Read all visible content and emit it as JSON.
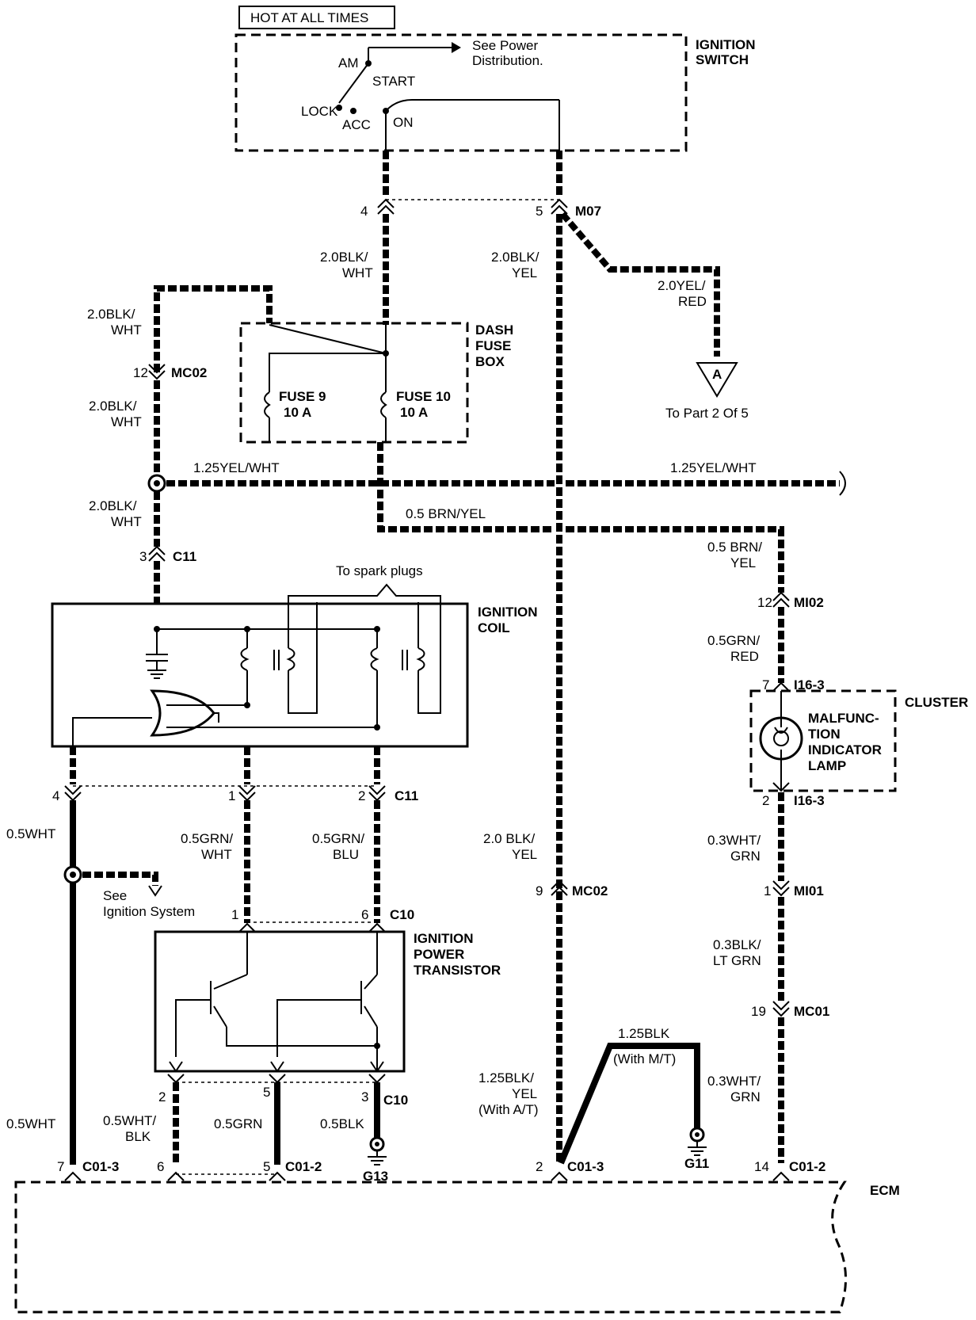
{
  "header": {
    "hot_at_all_times": "HOT AT ALL TIMES"
  },
  "ignition_switch": {
    "title_line1": "IGNITION",
    "title_line2": "SWITCH",
    "see_power_line1": "See Power",
    "see_power_line2": "Distribution.",
    "am": "AM",
    "start": "START",
    "lock": "LOCK",
    "acc": "ACC",
    "on": "ON"
  },
  "connector_m07": {
    "name": "M07",
    "pin_left": "4",
    "pin_right": "5"
  },
  "wires": {
    "w_blk_wht_top_1": "2.0BLK/",
    "w_blk_wht_top_2": "WHT",
    "w_blk_yel_1": "2.0BLK/",
    "w_blk_yel_2": "YEL",
    "w_yel_red_1": "2.0YEL/",
    "w_yel_red_2": "RED",
    "w_left_1a": "2.0BLK/",
    "w_left_1b": "WHT",
    "w_left_2a": "2.0BLK/",
    "w_left_2b": "WHT",
    "w_left_3a": "2.0BLK/",
    "w_left_3b": "WHT",
    "w_yel_wht_left": "1.25YEL/WHT",
    "w_yel_wht_right": "1.25YEL/WHT",
    "w_brn_yel": "0.5 BRN/YEL",
    "w_brn_yel_r1": "0.5 BRN/",
    "w_brn_yel_r2": "YEL",
    "w_grn_red_1": "0.5GRN/",
    "w_grn_red_2": "RED",
    "w_wht_grn_1": "0.3WHT/",
    "w_wht_grn_2": "GRN",
    "w_blk_ltgrn_1": "0.3BLK/",
    "w_blk_ltgrn_2": "LT GRN",
    "w_wht_grn_b1": "0.3WHT/",
    "w_wht_grn_b2": "GRN",
    "w_wht_top": "0.5WHT",
    "w_grn_wht_1": "0.5GRN/",
    "w_grn_wht_2": "WHT",
    "w_grn_blu_1": "0.5GRN/",
    "w_grn_blu_2": "BLU",
    "w_blk_yel_mid_1": "2.0 BLK/",
    "w_blk_yel_mid_2": "YEL",
    "w_blk_yel_at_1": "1.25BLK/",
    "w_blk_yel_at_2": "YEL",
    "w_blk_yel_at_3": "(With A/T)",
    "w_blk_mt_1": "1.25BLK",
    "w_blk_mt_2": "(With M/T)",
    "w_wht_bottom": "0.5WHT",
    "w_wht_blk_1": "0.5WHT/",
    "w_wht_blk_2": "BLK",
    "w_grn": "0.5GRN",
    "w_blk": "0.5BLK"
  },
  "dash_fuse_box": {
    "title_line1": "DASH",
    "title_line2": "FUSE",
    "title_line3": "BOX",
    "fuse9_name": "FUSE 9",
    "fuse9_rating": "10 A",
    "fuse10_name": "FUSE 10",
    "fuse10_rating": "10 A"
  },
  "connector_mc02_top": {
    "name": "MC02",
    "pin": "12"
  },
  "connector_mc02_mid": {
    "name": "MC02",
    "pin": "9"
  },
  "offpage": {
    "letter": "A",
    "caption": "To Part 2 Of 5"
  },
  "connector_c11_top": {
    "name": "C11",
    "pin": "3"
  },
  "ignition_coil": {
    "title_line1": "IGNITION",
    "title_line2": "COIL",
    "spark_plugs": "To spark plugs"
  },
  "connector_mi02": {
    "name": "MI02",
    "pin": "12"
  },
  "cluster": {
    "title": "CLUSTER",
    "lamp_line1": "MALFUNC-",
    "lamp_line2": "TION",
    "lamp_line3": "INDICATOR",
    "lamp_line4": "LAMP",
    "conn_top": "I16-3",
    "pin_top": "7",
    "conn_bottom": "I16-3",
    "pin_bottom": "2"
  },
  "connector_c11_bottom": {
    "name": "C11",
    "pin1": "4",
    "pin2": "1",
    "pin3": "2"
  },
  "see_ignition": {
    "line1": "See",
    "line2": "Ignition System"
  },
  "connector_mi01": {
    "name": "MI01",
    "pin": "1"
  },
  "connector_c10_top": {
    "name": "C10",
    "pin1": "1",
    "pin2": "6"
  },
  "power_transistor": {
    "line1": "IGNITION",
    "line2": "POWER",
    "line3": "TRANSISTOR"
  },
  "connector_mc01": {
    "name": "MC01",
    "pin": "19"
  },
  "connector_c10_bottom": {
    "name": "C10",
    "pin1": "2",
    "pin2": "5",
    "pin3": "3"
  },
  "grounds": {
    "g11": "G11",
    "g13": "G13"
  },
  "ecm": {
    "title": "ECM",
    "c01_3_left": "C01-3",
    "pin_7": "7",
    "pin_6": "6",
    "c01_2_left": "C01-2",
    "pin_5": "5",
    "c01_3_right": "C01-3",
    "pin_2": "2",
    "c01_2_right": "C01-2",
    "pin_14": "14"
  }
}
